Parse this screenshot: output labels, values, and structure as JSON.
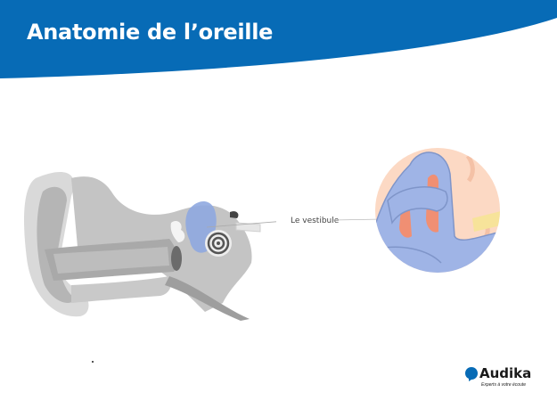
{
  "header": {
    "title": "Anatomie de l’oreille",
    "band_color": "#076bb6"
  },
  "diagram": {
    "subject": "ear-cross-section",
    "highlight_color": "#8fa9e0",
    "callout_label": "Le vestibule",
    "zoom_colors": {
      "background": "#fcd9c4",
      "structure": "#9fb4e6",
      "inner": "#f08f73",
      "accent": "#f7e39a"
    }
  },
  "logo": {
    "brand": "Audika",
    "tagline": "Experts à votre écoute",
    "color": "#076bb6"
  }
}
